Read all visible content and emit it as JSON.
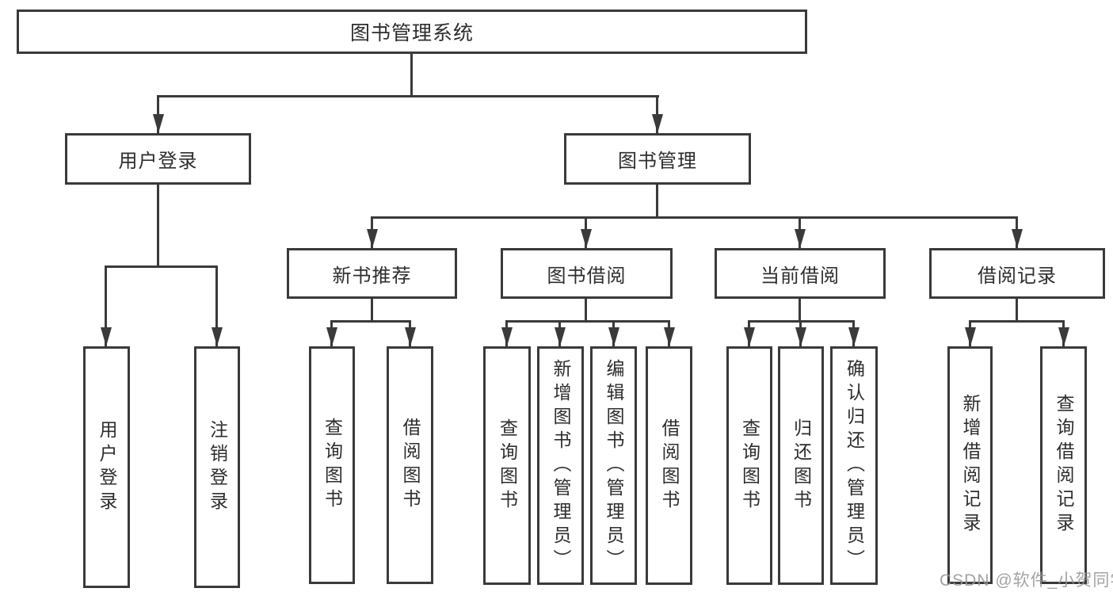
{
  "tree": {
    "label": "图书管理系统",
    "children": [
      {
        "label": "用户登录",
        "children": [
          {
            "label": "用户登录"
          },
          {
            "label": "注销登录"
          }
        ]
      },
      {
        "label": "图书管理",
        "children": [
          {
            "label": "新书推荐",
            "children": [
              {
                "label": "查询图书"
              },
              {
                "label": "借阅图书"
              }
            ]
          },
          {
            "label": "图书借阅",
            "children": [
              {
                "label": "查询图书"
              },
              {
                "label": "新增图书（管理员）"
              },
              {
                "label": "编辑图书（管理员）"
              },
              {
                "label": "借阅图书"
              }
            ]
          },
          {
            "label": "当前借阅",
            "children": [
              {
                "label": "查询图书"
              },
              {
                "label": "归还图书"
              },
              {
                "label": "确认归还（管理员）"
              }
            ]
          },
          {
            "label": "借阅记录",
            "children": [
              {
                "label": "新增借阅记录"
              },
              {
                "label": "查询借阅记录"
              }
            ]
          }
        ]
      }
    ]
  },
  "watermark": "CSDN @软件_小贺同学",
  "colors": {
    "line": "#3a3a3a",
    "text": "#2d2d2d",
    "background": "#ffffff",
    "watermark": "#969696"
  }
}
